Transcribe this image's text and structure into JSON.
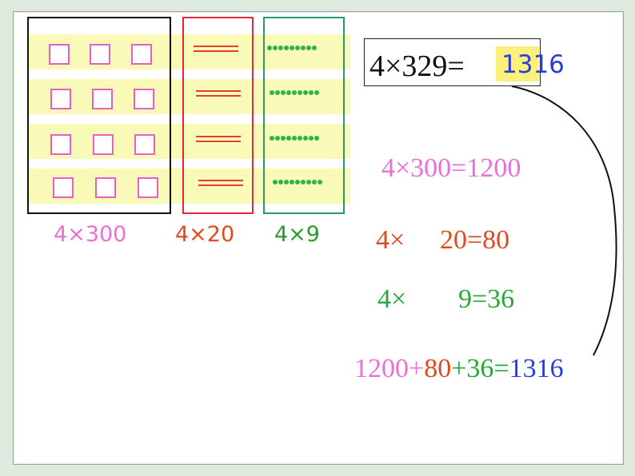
{
  "colors": {
    "pink": "#ea6fd6",
    "red": "#e04a1e",
    "green": "#2aa838",
    "blue": "#2a3fd8",
    "black": "#111111",
    "highlight": "#fbf07a"
  },
  "diagram": {
    "labels": {
      "hundreds": "4×300",
      "tens": "4×20",
      "ones": "4×9"
    }
  },
  "problem": {
    "prefix": "4×329=",
    "answer": "1316"
  },
  "steps": {
    "s1": "4×300=1200",
    "s2_a": "4×",
    "s2_b": "20=80",
    "s3_a": "4×",
    "s3_b": "9=36",
    "sum": {
      "p1200": "1200",
      "plus1": "+",
      "p80": "80",
      "plus2": "+",
      "p36": "36",
      "eq": "=",
      "total": "1316"
    }
  }
}
